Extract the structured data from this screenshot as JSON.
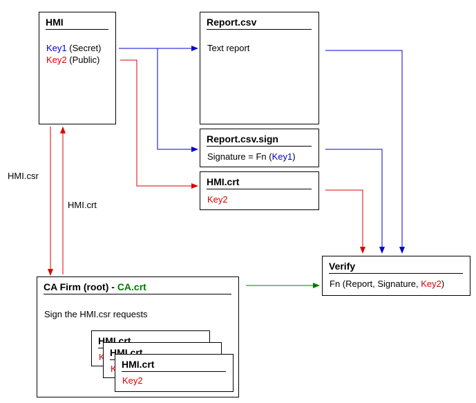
{
  "colors": {
    "key1": "#0000cc",
    "key2": "#dd0000",
    "ca": "#007a00",
    "frame": "#000000"
  },
  "hmi": {
    "title": "HMI",
    "key1": "Key1",
    "key1_suffix": " (Secret)",
    "key2": "Key2",
    "key2_suffix": " (Public)"
  },
  "report": {
    "title": "Report.csv",
    "body": "Text report"
  },
  "report_sign": {
    "title": "Report.csv.sign",
    "body_prefix": "Signature = Fn (",
    "body_key": "Key1",
    "body_suffix": ")"
  },
  "hmi_crt": {
    "title": "HMI.crt",
    "key": "Key2"
  },
  "verify": {
    "title": "Verify",
    "body_prefix": "Fn (Report, Signature, ",
    "body_key": "Key2",
    "body_suffix": ")"
  },
  "ca": {
    "title_prefix": "CA Firm (root) - ",
    "title_cert": "CA.crt",
    "body": "Sign the HMI.csr requests",
    "stack": [
      {
        "title": "HMI.crt",
        "key": "Key2"
      },
      {
        "title": "HMI.crt",
        "key": "Key2"
      },
      {
        "title": "HMI.crt",
        "key": "Key2"
      }
    ]
  },
  "edge_labels": {
    "csr": "HMI.csr",
    "crt": "HMI.crt"
  }
}
